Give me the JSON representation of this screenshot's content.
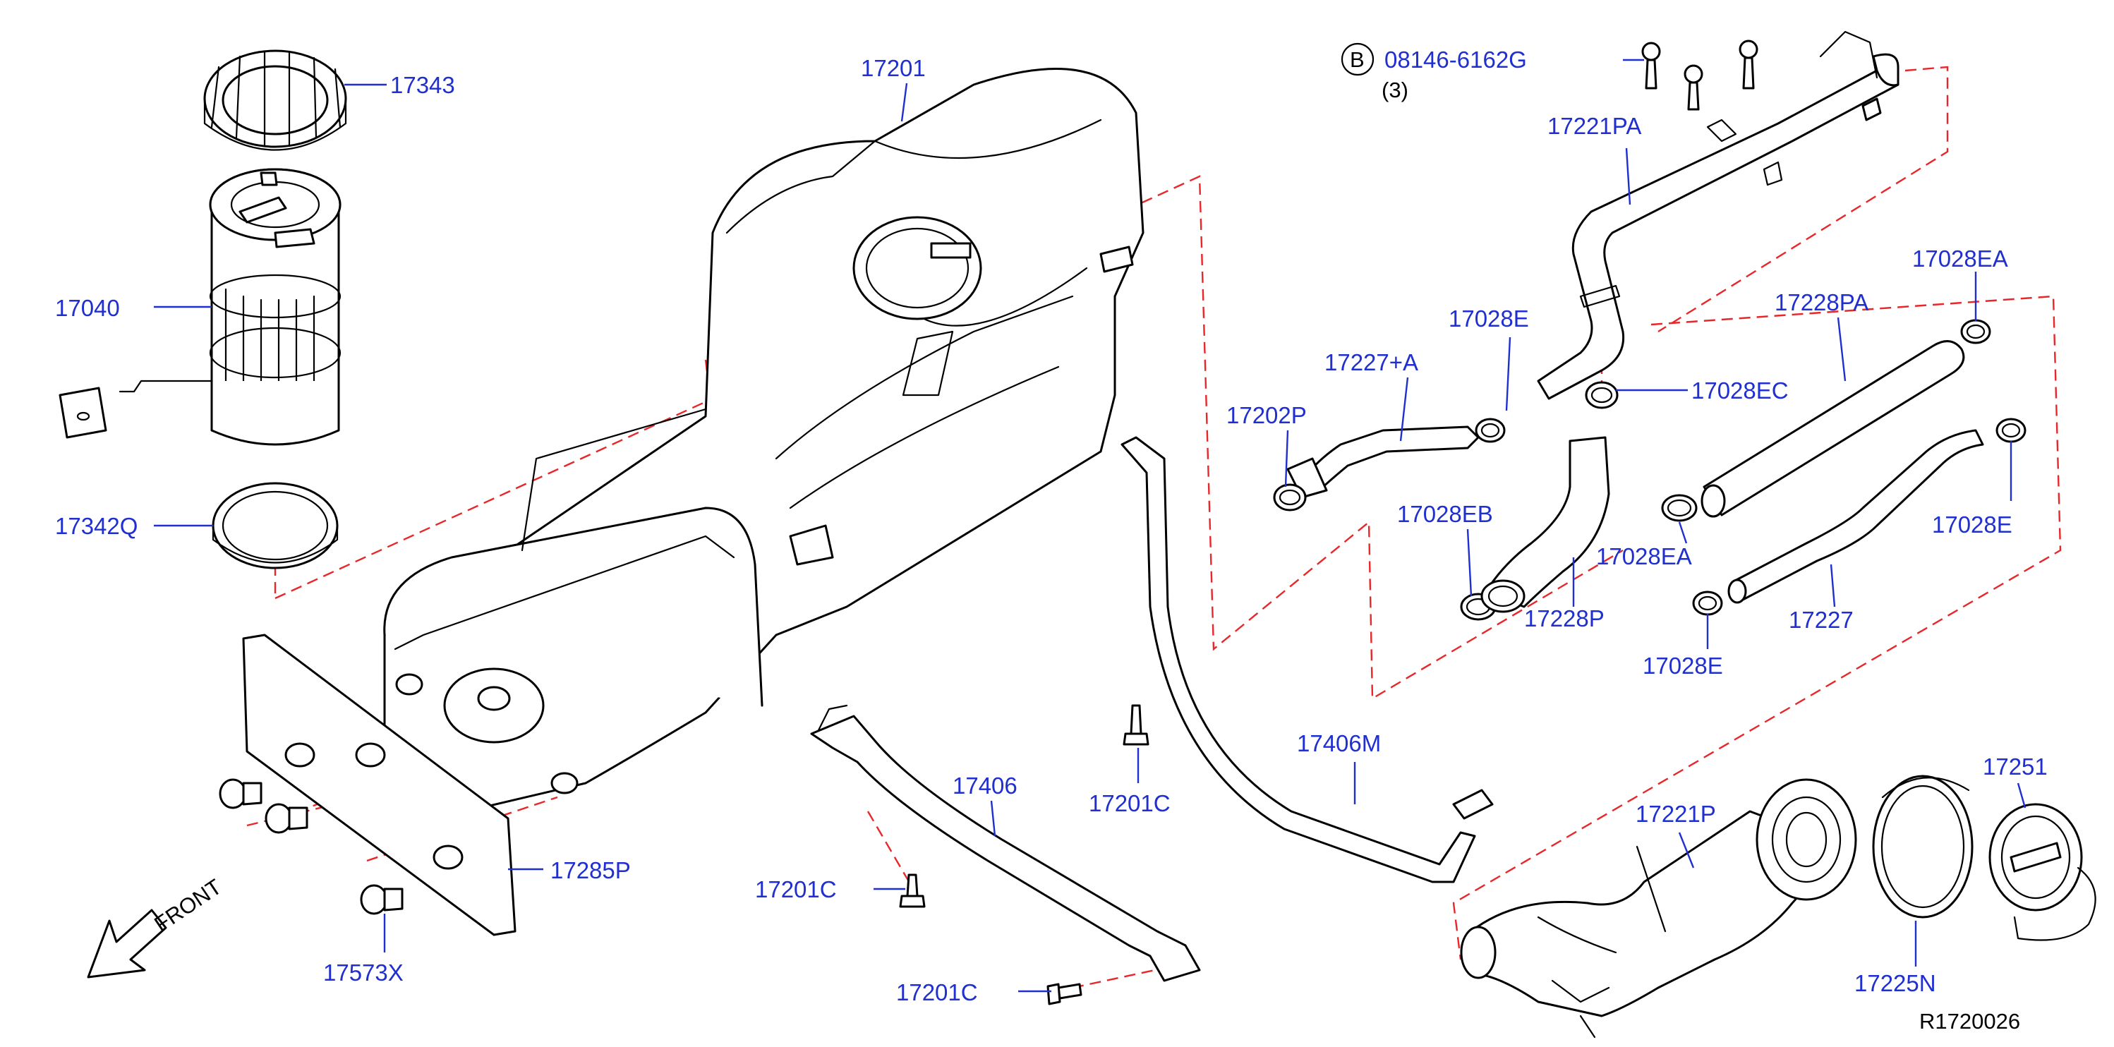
{
  "diagram": {
    "reference_code": "R1720026",
    "front_label": "FRONT",
    "bolt_callout": {
      "badge": "B",
      "part_number": "08146-6162G",
      "quantity": "(3)"
    },
    "part_labels": {
      "p17343": "17343",
      "p17040": "17040",
      "p17342q": "17342Q",
      "p17201": "17201",
      "p17285p": "17285P",
      "p17573x": "17573X",
      "p17406": "17406",
      "p17201c_a": "17201C",
      "p17201c_b": "17201C",
      "p17201c_c": "17201C",
      "p17406m": "17406M",
      "p17221pa": "17221PA",
      "p17028e_a": "17028E",
      "p17227a": "17227+A",
      "p17202p": "17202P",
      "p17028ec": "17028EC",
      "p17028eb": "17028EB",
      "p17228p": "17228P",
      "p17028ea_a": "17028EA",
      "p17228pa": "17228PA",
      "p17028ea_b": "17028EA",
      "p17028e_b": "17028E",
      "p17227": "17227",
      "p17028e_c": "17028E",
      "p17221p": "17221P",
      "p17225n": "17225N",
      "p17251": "17251"
    }
  }
}
